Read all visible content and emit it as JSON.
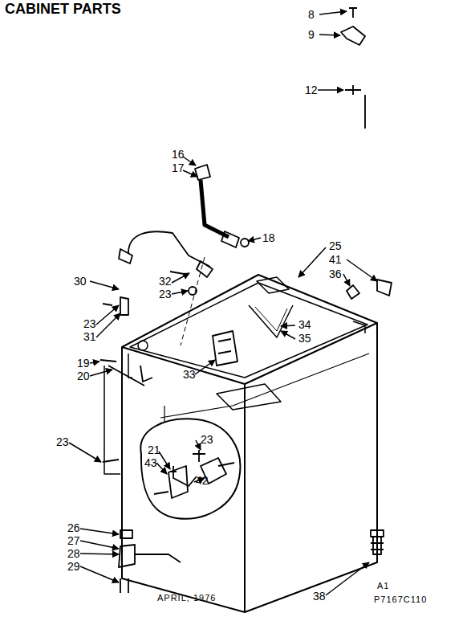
{
  "diagram": {
    "title": "CABINET PARTS",
    "labels": [
      "8",
      "9",
      "12",
      "16",
      "17",
      "18",
      "25",
      "41",
      "36",
      "30",
      "32",
      "23",
      "23",
      "31",
      "34",
      "35",
      "19",
      "20",
      "33",
      "23",
      "21",
      "23",
      "43",
      "42",
      "26",
      "27",
      "28",
      "29",
      "APRIL, 1976",
      "38",
      "A1",
      "P7167C110"
    ]
  }
}
